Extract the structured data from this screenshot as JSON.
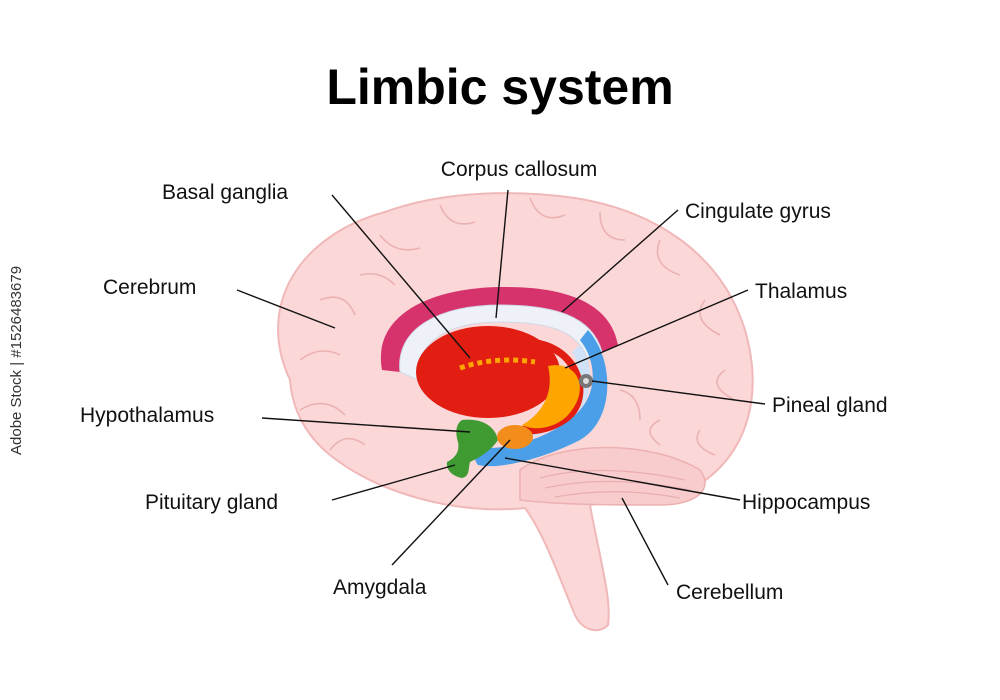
{
  "title": "Limbic system",
  "labels": {
    "corpus_callosum": "Corpus callosum",
    "basal_ganglia": "Basal ganglia",
    "cingulate_gyrus": "Cingulate gyrus",
    "cerebrum": "Cerebrum",
    "thalamus": "Thalamus",
    "pineal_gland": "Pineal gland",
    "hypothalamus": "Hypothalamus",
    "pituitary_gland": "Pituitary gland",
    "hippocampus": "Hippocampus",
    "amygdala": "Amygdala",
    "cerebellum": "Cerebellum"
  },
  "watermark": "Adobe Stock | #1526483679",
  "colors": {
    "brain": "#fbd7d7",
    "brain_outline": "#f0b8b8",
    "cingulate": "#d6336c",
    "corpus": "#eef2f8",
    "basal": "#e21e12",
    "thalamus": "#ffa500",
    "hippocampus": "#4a9fe8",
    "amygdala": "#f28c1b",
    "hypothalamus": "#3f9a32",
    "pineal": "#777777"
  }
}
